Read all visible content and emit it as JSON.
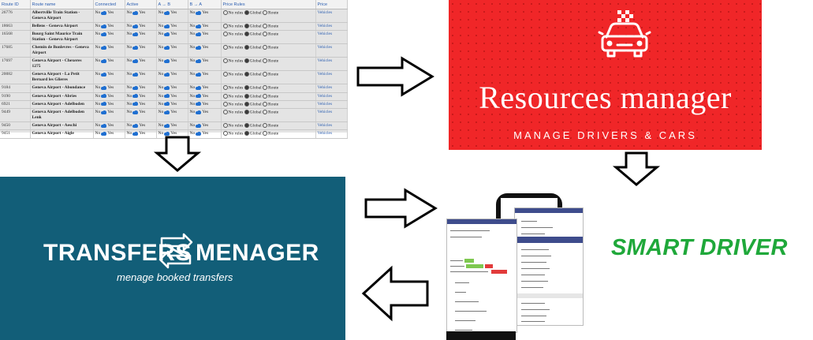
{
  "routes_table": {
    "headers": [
      "Route ID",
      "Route name",
      "Connected",
      "Active",
      "A → B",
      "B → A",
      "Price Rules",
      "Price"
    ],
    "toggle_no": "No",
    "toggle_yes": "Yes",
    "price_options": [
      "No rules",
      "Global",
      "Route"
    ],
    "rows": [
      {
        "id": "26776",
        "name": "Albertville Train Station - Geneva Airport",
        "price": "Vehicles"
      },
      {
        "id": "18663",
        "name": "Bellens - Geneva Airport",
        "price": "Vehicles"
      },
      {
        "id": "16568",
        "name": "Bourg Saint Maurice Train Station - Geneva Airport",
        "price": "Vehicles"
      },
      {
        "id": "17685",
        "name": "Chemin de Bonlevres - Geneva Airport",
        "price": "Vehicles"
      },
      {
        "id": "17697",
        "name": "Geneva Airport - Chexeres 1275",
        "price": "Vehicles"
      },
      {
        "id": "20082",
        "name": "Geneva Airport - La Petit Bernard les Glieres",
        "price": "Vehicles"
      },
      {
        "id": "9184",
        "name": "Geneva Airport - Abondance",
        "price": "Vehicles"
      },
      {
        "id": "9190",
        "name": "Geneva Airport - Abries",
        "price": "Vehicles"
      },
      {
        "id": "6921",
        "name": "Geneva Airport - Adelboden",
        "price": "Vehicles"
      },
      {
        "id": "9449",
        "name": "Geneva Airport - Adelboden Lenk",
        "price": "Vehicles"
      },
      {
        "id": "9450",
        "name": "Geneva Airport - Aeschi",
        "price": "Vehicles"
      },
      {
        "id": "9451",
        "name": "Geneva Airport - Aigle",
        "price": "Vehicles"
      }
    ]
  },
  "resources": {
    "title": "Resources manager",
    "subtitle": "MANAGE DRIVERS & CARS"
  },
  "transfers": {
    "title_left": "TRANSFERS",
    "title_right": "MENAGER",
    "subtitle": "menage booked transfers"
  },
  "smart_driver": {
    "logo_text": "SMART DRIVER"
  },
  "colors": {
    "resources_bg": "#f02628",
    "transfers_bg": "#125e78",
    "smart_driver_green": "#1fa83a",
    "toggle_blue": "#1f6fd1"
  }
}
